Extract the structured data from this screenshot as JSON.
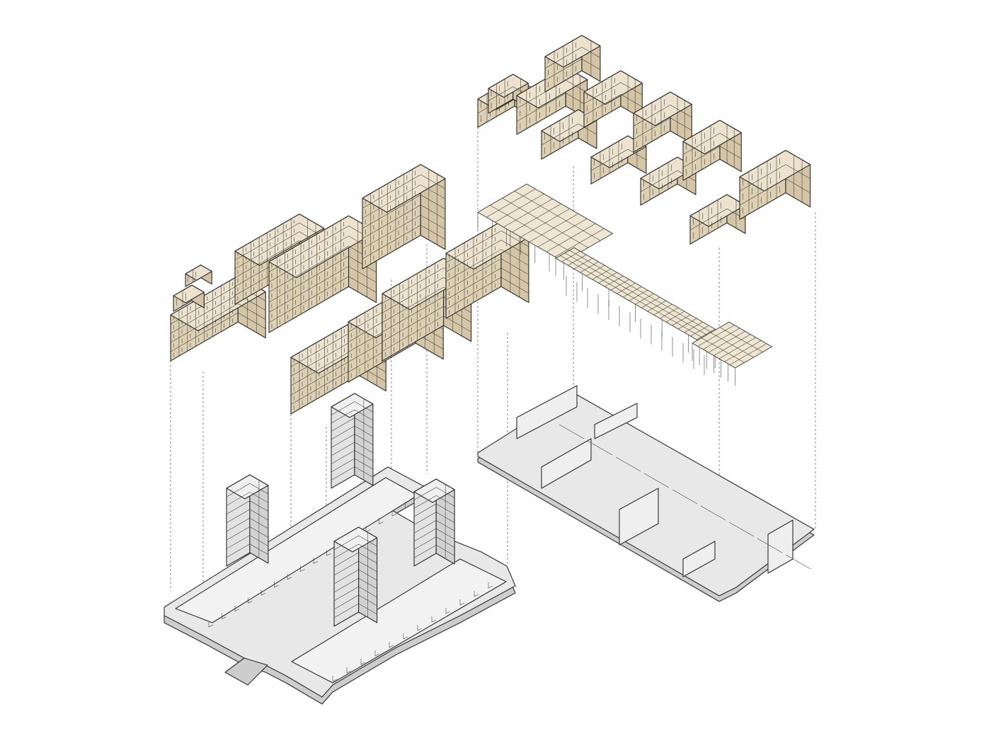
{
  "diagram": {
    "type": "exploded-axonometric",
    "colors": {
      "background": "#ffffff",
      "module_top": "#ece2cd",
      "module_left": "#ddd0b2",
      "module_right": "#d3c5a5",
      "slab_top": "#e8e8e8",
      "slab_side": "#cdcdcd",
      "slab_front": "#dadada",
      "line": "#2b2b2b",
      "projection_line": "#6b6b6b",
      "timber_frame": "#efe6d2"
    },
    "groups": [
      {
        "id": "left",
        "layers": [
          "modular-residential-blocks-upper",
          "modular-residential-blocks-lower",
          "podium-with-cores"
        ]
      },
      {
        "id": "right",
        "layers": [
          "modular-units-cluster",
          "timber-roof-structure",
          "ground-floor-plan"
        ]
      }
    ]
  }
}
